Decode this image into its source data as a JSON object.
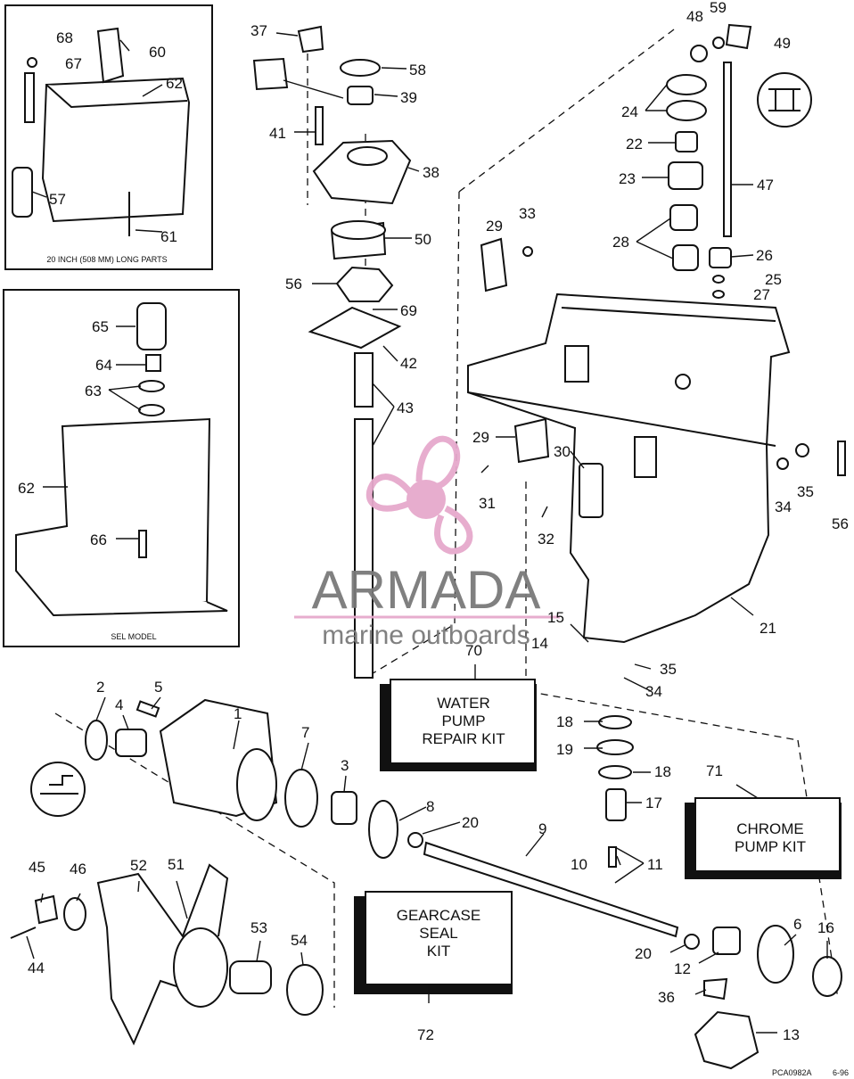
{
  "diagram": {
    "inset_top_caption": "20 INCH (508 MM) LONG PARTS",
    "inset_bottom_caption": "SEL MODEL",
    "footer_code": "PCA0982A",
    "footer_date": "6-96",
    "kits": {
      "water_pump": [
        "WATER",
        "PUMP",
        "REPAIR KIT"
      ],
      "chrome_pump": [
        "CHROME",
        "PUMP KIT"
      ],
      "gearcase_seal": [
        "GEARCASE",
        "SEAL",
        "KIT"
      ]
    }
  },
  "watermark": {
    "brand": "ARMADA",
    "tagline": "marine outboards",
    "logo_color": "#e6a9cc"
  },
  "callouts": [
    {
      "n": "68"
    },
    {
      "n": "60"
    },
    {
      "n": "67"
    },
    {
      "n": "62"
    },
    {
      "n": "57"
    },
    {
      "n": "61"
    },
    {
      "n": "65"
    },
    {
      "n": "64"
    },
    {
      "n": "63"
    },
    {
      "n": "62"
    },
    {
      "n": "66"
    },
    {
      "n": "37"
    },
    {
      "n": "58"
    },
    {
      "n": "39"
    },
    {
      "n": "41"
    },
    {
      "n": "38"
    },
    {
      "n": "50"
    },
    {
      "n": "56"
    },
    {
      "n": "69"
    },
    {
      "n": "42"
    },
    {
      "n": "43"
    },
    {
      "n": "48"
    },
    {
      "n": "59"
    },
    {
      "n": "49"
    },
    {
      "n": "24"
    },
    {
      "n": "22"
    },
    {
      "n": "23"
    },
    {
      "n": "47"
    },
    {
      "n": "28"
    },
    {
      "n": "26"
    },
    {
      "n": "25"
    },
    {
      "n": "27"
    },
    {
      "n": "29"
    },
    {
      "n": "33"
    },
    {
      "n": "29"
    },
    {
      "n": "31"
    },
    {
      "n": "30"
    },
    {
      "n": "32"
    },
    {
      "n": "34"
    },
    {
      "n": "35"
    },
    {
      "n": "56"
    },
    {
      "n": "21"
    },
    {
      "n": "15"
    },
    {
      "n": "14"
    },
    {
      "n": "35"
    },
    {
      "n": "34"
    },
    {
      "n": "70"
    },
    {
      "n": "71"
    },
    {
      "n": "72"
    },
    {
      "n": "2"
    },
    {
      "n": "5"
    },
    {
      "n": "4"
    },
    {
      "n": "1"
    },
    {
      "n": "7"
    },
    {
      "n": "3"
    },
    {
      "n": "8"
    },
    {
      "n": "20"
    },
    {
      "n": "9"
    },
    {
      "n": "18"
    },
    {
      "n": "19"
    },
    {
      "n": "18"
    },
    {
      "n": "17"
    },
    {
      "n": "10"
    },
    {
      "n": "11"
    },
    {
      "n": "45"
    },
    {
      "n": "46"
    },
    {
      "n": "52"
    },
    {
      "n": "51"
    },
    {
      "n": "44"
    },
    {
      "n": "53"
    },
    {
      "n": "54"
    },
    {
      "n": "20"
    },
    {
      "n": "12"
    },
    {
      "n": "6"
    },
    {
      "n": "16"
    },
    {
      "n": "36"
    },
    {
      "n": "13"
    }
  ]
}
